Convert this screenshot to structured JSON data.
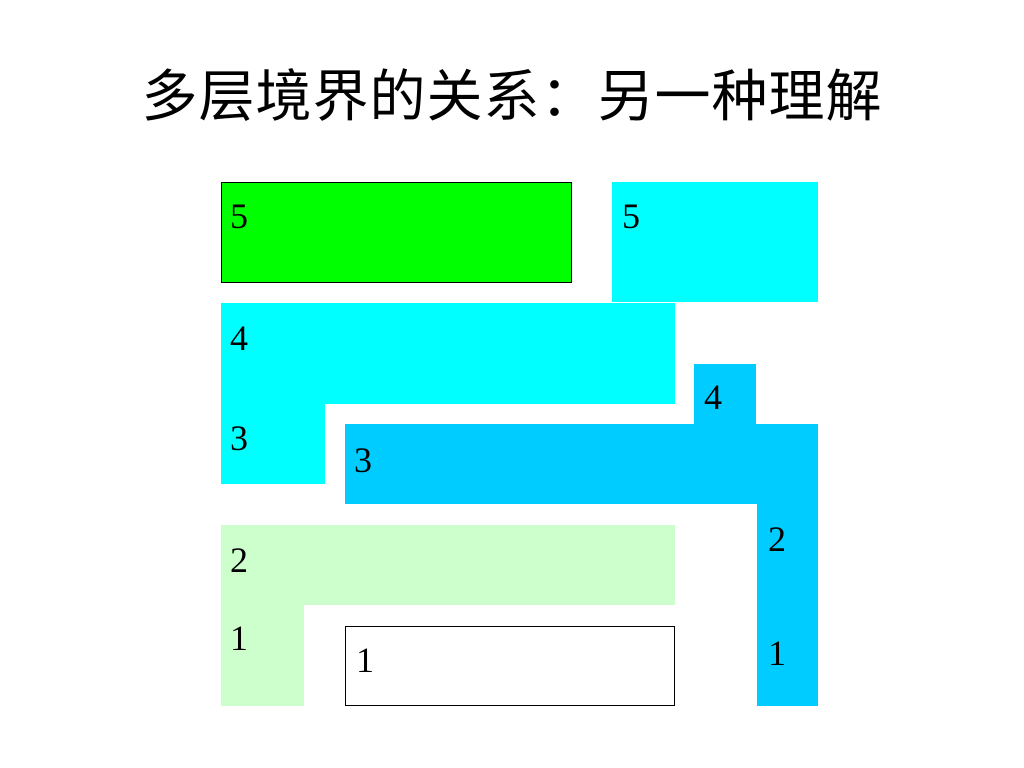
{
  "slide": {
    "title": "多层境界的关系：另一种理解"
  },
  "colors": {
    "green": "#00ff00",
    "cyan": "#00ffff",
    "sky": "#00ccff",
    "pale_green": "#ccffcc",
    "white": "#ffffff",
    "outline": "#000000"
  },
  "diagram": {
    "left_column": {
      "level5": "5",
      "level4": "4",
      "level3": "3",
      "level2": "2",
      "level1_outer": "1",
      "level1_inner": "1"
    },
    "right_column": {
      "level5": "5",
      "level4": "4",
      "level3": "3",
      "level2": "2",
      "level1": "1"
    }
  }
}
